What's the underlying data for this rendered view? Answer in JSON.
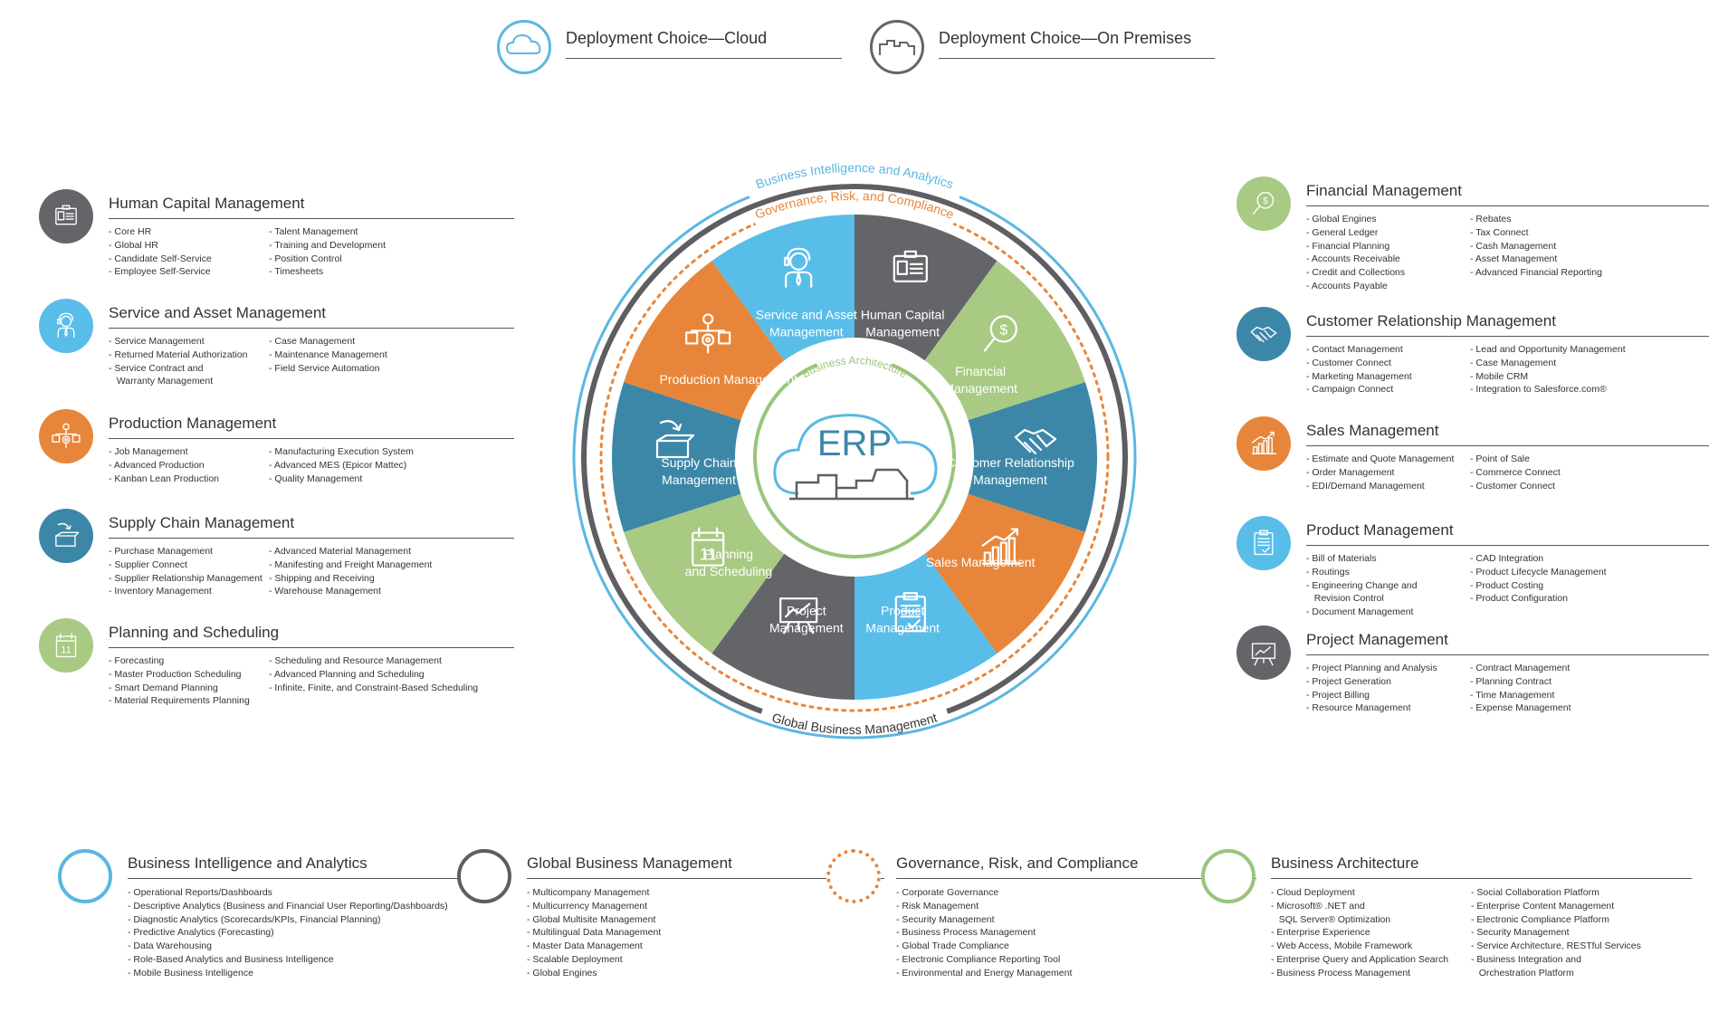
{
  "deployment": {
    "cloud": "Deployment Choice—Cloud",
    "premises": "Deployment Choice—On Premises"
  },
  "wheel": {
    "outer_ring": "Business Intelligence and Analytics",
    "governance_ring": "Governance, Risk, and Compliance",
    "global_ring": "Global Business Management",
    "inner_ring": "Business Architecture",
    "center": "ERP",
    "colors": {
      "gray": "#646569",
      "green": "#a8ca83",
      "teal": "#3c87a8",
      "orange": "#e7863a",
      "light_blue": "#58bde9",
      "ring_blue": "#5ab7e2",
      "ring_dark": "#5e5e62",
      "ring_green": "#9ac57c"
    },
    "segments": [
      {
        "label_lines": [
          "Human Capital",
          "Management"
        ],
        "color": "gray",
        "icon": "badge-icon"
      },
      {
        "label_lines": [
          "Financial",
          "Management"
        ],
        "color": "green",
        "icon": "magnifier-dollar-icon"
      },
      {
        "label_lines": [
          "Customer Relationship",
          "Management"
        ],
        "color": "teal",
        "icon": "handshake-icon"
      },
      {
        "label_lines": [
          "Sales Management"
        ],
        "color": "orange",
        "icon": "bar-chart-icon"
      },
      {
        "label_lines": [
          "Product",
          "Management"
        ],
        "color": "light_blue",
        "icon": "clipboard-icon"
      },
      {
        "label_lines": [
          "Project",
          "Management"
        ],
        "color": "gray",
        "icon": "presentation-icon"
      },
      {
        "label_lines": [
          "Planning",
          "and Scheduling"
        ],
        "color": "green",
        "icon": "calendar-icon"
      },
      {
        "label_lines": [
          "Supply Chain",
          "Management"
        ],
        "color": "teal",
        "icon": "box-arrow-icon"
      },
      {
        "label_lines": [
          "Production Management"
        ],
        "color": "orange",
        "icon": "org-chart-gear-icon"
      },
      {
        "label_lines": [
          "Service and Asset",
          "Management"
        ],
        "color": "light_blue",
        "icon": "headset-person-icon"
      }
    ]
  },
  "left_sections": [
    {
      "title": "Human Capital Management",
      "color": "#646569",
      "icon": "badge-icon",
      "col1": [
        "- Core HR",
        "- Global HR",
        "- Candidate Self-Service",
        "- Employee Self-Service"
      ],
      "col2": [
        "- Talent Management",
        "- Training and Development",
        "- Position Control",
        "- Timesheets"
      ]
    },
    {
      "title": "Service and Asset Management",
      "color": "#58bde9",
      "icon": "headset-person-icon",
      "col1": [
        "- Service Management",
        "- Returned Material Authorization",
        "- Service Contract and",
        "   Warranty Management"
      ],
      "col2": [
        "- Case Management",
        "- Maintenance Management",
        "- Field Service Automation"
      ]
    },
    {
      "title": "Production Management",
      "color": "#e7863a",
      "icon": "org-chart-gear-icon",
      "col1": [
        "- Job Management",
        "- Advanced Production",
        "- Kanban Lean Production"
      ],
      "col2": [
        "- Manufacturing Execution System",
        "- Advanced MES (Epicor Mattec)",
        "- Quality Management"
      ]
    },
    {
      "title": "Supply Chain Management",
      "color": "#3c87a8",
      "icon": "box-arrow-icon",
      "col1": [
        "- Purchase Management",
        "- Supplier Connect",
        "- Supplier Relationship Management",
        "- Inventory Management"
      ],
      "col2": [
        "- Advanced Material Management",
        "- Manifesting and Freight Management",
        "- Shipping and Receiving",
        "- Warehouse Management"
      ]
    },
    {
      "title": "Planning and Scheduling",
      "color": "#a8ca83",
      "icon": "calendar-icon",
      "col1": [
        "- Forecasting",
        "- Master Production Scheduling",
        "- Smart Demand Planning",
        "- Material Requirements Planning"
      ],
      "col2": [
        "- Scheduling and Resource Management",
        "- Advanced Planning and Scheduling",
        "- Infinite, Finite, and Constraint-Based Scheduling"
      ]
    }
  ],
  "right_sections": [
    {
      "title": "Financial Management",
      "color": "#a8ca83",
      "icon": "magnifier-dollar-icon",
      "col1": [
        "- Global Engines",
        "- General Ledger",
        "- Financial Planning",
        "- Accounts Receivable",
        "- Credit and Collections",
        "- Accounts Payable"
      ],
      "col2": [
        "- Rebates",
        "- Tax Connect",
        "- Cash Management",
        "- Asset Management",
        "- Advanced Financial Reporting"
      ]
    },
    {
      "title": "Customer Relationship Management",
      "color": "#3c87a8",
      "icon": "handshake-icon",
      "col1": [
        "- Contact Management",
        "- Customer Connect",
        "- Marketing Management",
        "- Campaign Connect"
      ],
      "col2": [
        "- Lead and Opportunity Management",
        "- Case Management",
        "- Mobile CRM",
        "- Integration to Salesforce.com®"
      ]
    },
    {
      "title": "Sales Management",
      "color": "#e7863a",
      "icon": "bar-chart-icon",
      "col1": [
        "- Estimate and Quote Management",
        "- Order Management",
        "- EDI/Demand Management"
      ],
      "col2": [
        "- Point of Sale",
        "- Commerce Connect",
        "- Customer Connect"
      ]
    },
    {
      "title": "Product Management",
      "color": "#58bde9",
      "icon": "clipboard-icon",
      "col1": [
        "- Bill of Materials",
        "- Routings",
        "- Engineering Change and",
        "   Revision Control",
        "- Document Management"
      ],
      "col2": [
        "- CAD Integration",
        "- Product Lifecycle Management",
        "- Product Costing",
        "- Product Configuration"
      ]
    },
    {
      "title": "Project Management",
      "color": "#646569",
      "icon": "presentation-icon",
      "col1": [
        "- Project Planning and Analysis",
        "- Project Generation",
        "- Project Billing",
        "- Resource Management"
      ],
      "col2": [
        "- Contract Management",
        "- Planning Contract",
        "- Time Management",
        "- Expense Management"
      ]
    }
  ],
  "bottom_sections": [
    {
      "title": "Business Intelligence and Analytics",
      "ring_color": "#5ab7e2",
      "ring_style": "solid",
      "col1": [
        "- Operational Reports/Dashboards",
        "- Descriptive Analytics (Business and Financial User Reporting/Dashboards)",
        "- Diagnostic Analytics (Scorecards/KPIs, Financial Planning)",
        "- Predictive Analytics (Forecasting)",
        "- Data Warehousing",
        "- Role-Based Analytics and Business Intelligence",
        "- Mobile Business Intelligence"
      ],
      "col2": []
    },
    {
      "title": "Global Business Management",
      "ring_color": "#5e5e62",
      "ring_style": "solid",
      "col1": [
        "- Multicompany Management",
        "- Multicurrency Management",
        "- Global Multisite Management",
        "- Multilingual Data Management",
        "- Master Data Management",
        "- Scalable Deployment",
        "- Global Engines"
      ],
      "col2": []
    },
    {
      "title": "Governance, Risk, and Compliance",
      "ring_color": "#e7863a",
      "ring_style": "dotted",
      "col1": [
        "- Corporate Governance",
        "- Risk Management",
        "- Security Management",
        "- Business Process Management",
        "- Global Trade Compliance",
        "- Electronic Compliance Reporting Tool",
        "- Environmental and Energy Management"
      ],
      "col2": []
    },
    {
      "title": "Business Architecture",
      "ring_color": "#9ac57c",
      "ring_style": "solid",
      "col1": [
        "- Cloud Deployment",
        "- Microsoft® .NET and",
        "   SQL Server® Optimization",
        "- Enterprise Experience",
        "- Web Access, Mobile Framework",
        "- Enterprise Query and Application Search",
        "- Business Process Management"
      ],
      "col2": [
        "- Social Collaboration Platform",
        "- Enterprise Content Management",
        "- Electronic Compliance Platform",
        "- Security Management",
        "- Service Architecture, RESTful Services",
        "- Business Integration and",
        "   Orchestration Platform"
      ]
    }
  ]
}
